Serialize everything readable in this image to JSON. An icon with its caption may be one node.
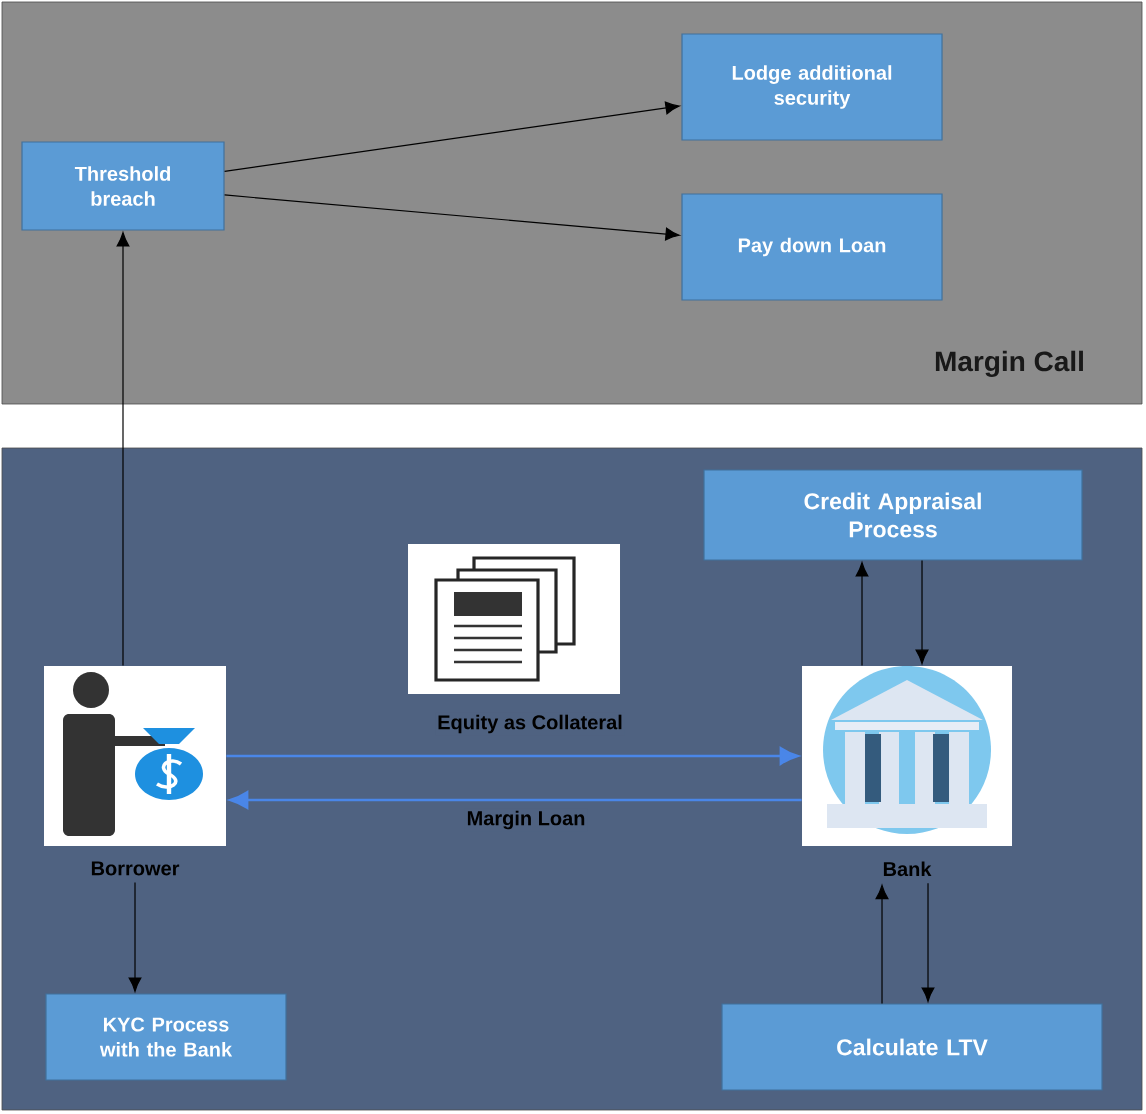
{
  "diagram": {
    "nodes": [
      {
        "text": [
          "Margin Call"
        ]
      },
      {
        "text": [
          "Threshold breach"
        ],
        "in": 0
      },
      {
        "text": [
          "Lodge additional security"
        ],
        "in": 0
      },
      {
        "text": [
          "Pay down Loan"
        ],
        "in": 0
      },
      {
        "text": [],
        "shape": "box"
      },
      {
        "text": [
          "Credit Appraisal Process"
        ],
        "in": 4
      },
      {
        "text": [
          "Borrower"
        ],
        "in": 4
      },
      {
        "text": [
          "Bank"
        ],
        "in": 4
      },
      {
        "text": [
          "KYC Process with the Bank"
        ],
        "in": 4
      },
      {
        "text": [
          "Calculate LTV"
        ],
        "in": 4
      }
    ],
    "edges": [
      {
        "from": 1,
        "to": 2,
        "arrow": "to"
      },
      {
        "from": 1,
        "to": 3,
        "arrow": "to"
      },
      {
        "from": 6,
        "to": 1,
        "arrow": "to"
      },
      {
        "from": 7,
        "to": 5,
        "arrow": "to"
      },
      {
        "from": 5,
        "to": 7,
        "arrow": "to"
      },
      {
        "from": 6,
        "to": 7,
        "arrow": "to",
        "label": "Equity as Collateral",
        "color": "#4a86e8"
      },
      {
        "from": 7,
        "to": 6,
        "arrow": "to",
        "label": "Margin Loan",
        "color": "#4a86e8"
      },
      {
        "from": 6,
        "to": 8,
        "arrow": "to"
      },
      {
        "from": 9,
        "to": 7,
        "arrow": "to"
      },
      {
        "from": 7,
        "to": 9,
        "arrow": "to"
      }
    ]
  }
}
